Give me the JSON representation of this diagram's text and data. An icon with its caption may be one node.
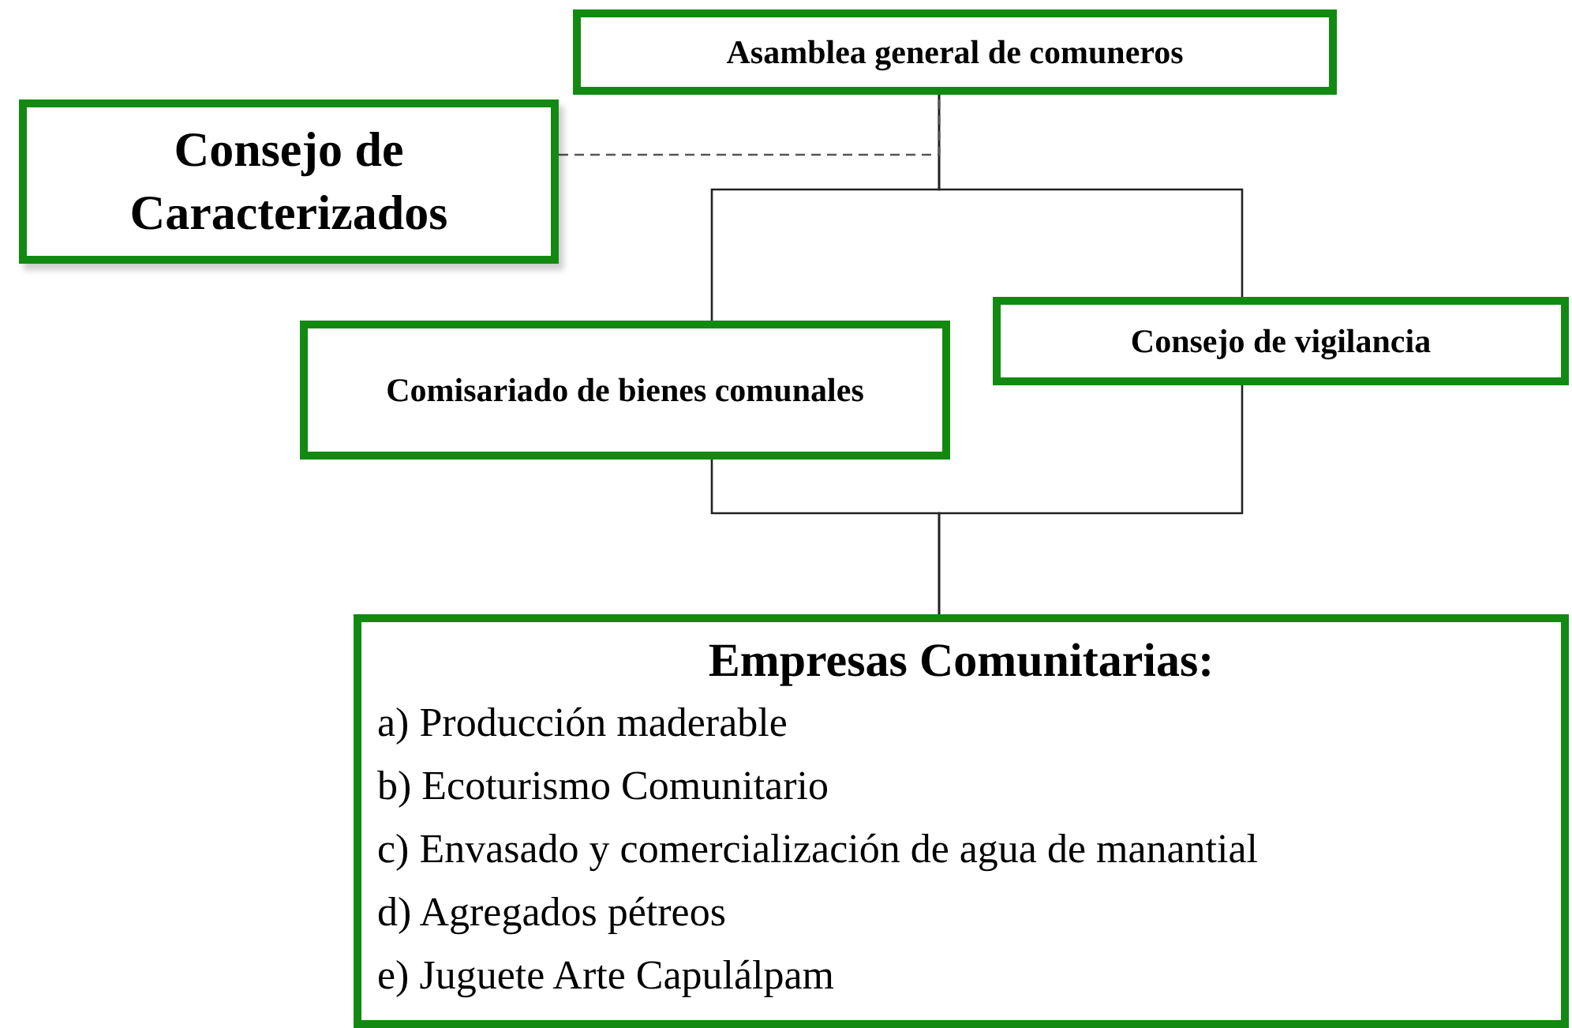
{
  "diagram": {
    "nodes": [
      {
        "text": [
          "Asamblea general de comuneros"
        ]
      },
      {
        "text": [
          "Consejo de Caracterizados"
        ]
      },
      {
        "text": [
          "Comisariado de bienes comunales"
        ]
      },
      {
        "text": [
          "Consejo de vigilancia"
        ]
      },
      {
        "text": [
          "Empresas Comunitarias:",
          "a) Producción maderable",
          "b) Ecoturismo Comunitario",
          "c) Envasado y comercialización de agua de manantial",
          "d) Agregados pétreos",
          "e) Juguete Arte Capulálpam"
        ]
      }
    ],
    "edges": [
      {
        "from": 0,
        "to": 2,
        "arrow": "none"
      },
      {
        "from": 0,
        "to": 3,
        "arrow": "none"
      },
      {
        "from": 2,
        "to": 4,
        "arrow": "none"
      },
      {
        "from": 3,
        "to": 4,
        "arrow": "none"
      },
      {
        "from": 1,
        "to": 0,
        "arrow": "none",
        "style": "dashed"
      }
    ]
  }
}
